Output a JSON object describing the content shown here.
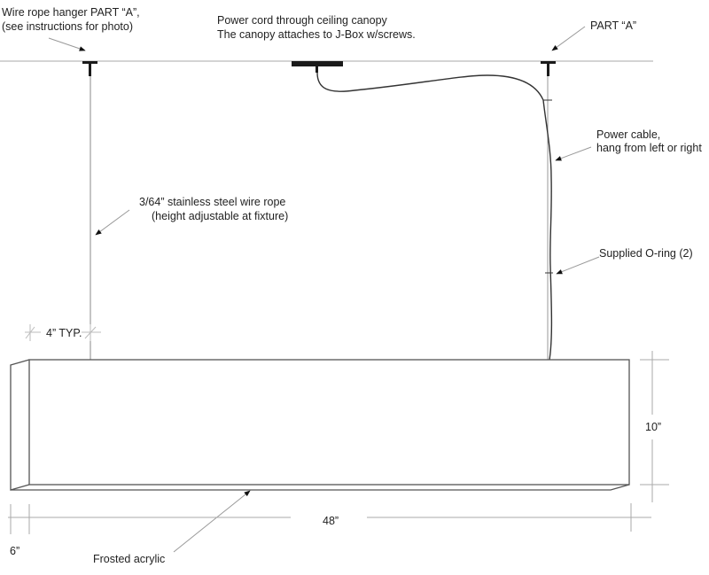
{
  "diagram": {
    "title": "Suspended linear fixture installation",
    "labels": {
      "hanger_line1": "Wire rope hanger PART “A”,",
      "hanger_line2": "(see instructions for photo)",
      "canopy_line1": "Power cord through ceiling canopy",
      "canopy_line2": "The canopy attaches to J-Box w/screws.",
      "part_a": "PART “A”",
      "power_cable_line1": "Power cable,",
      "power_cable_line2": "hang from left or right",
      "wire_rope_line1": "3/64” stainless steel wire rope",
      "wire_rope_line2": "(height adjustable at fixture)",
      "typ": "4” TYP.",
      "oring": "Supplied O-ring (2)",
      "height": "10”",
      "length": "48”",
      "depth": "6”",
      "acrylic": "Frosted acrylic"
    },
    "colors": {
      "line": "#333333",
      "guide": "#aaaaaa",
      "hardware": "#1a1a1a"
    }
  }
}
